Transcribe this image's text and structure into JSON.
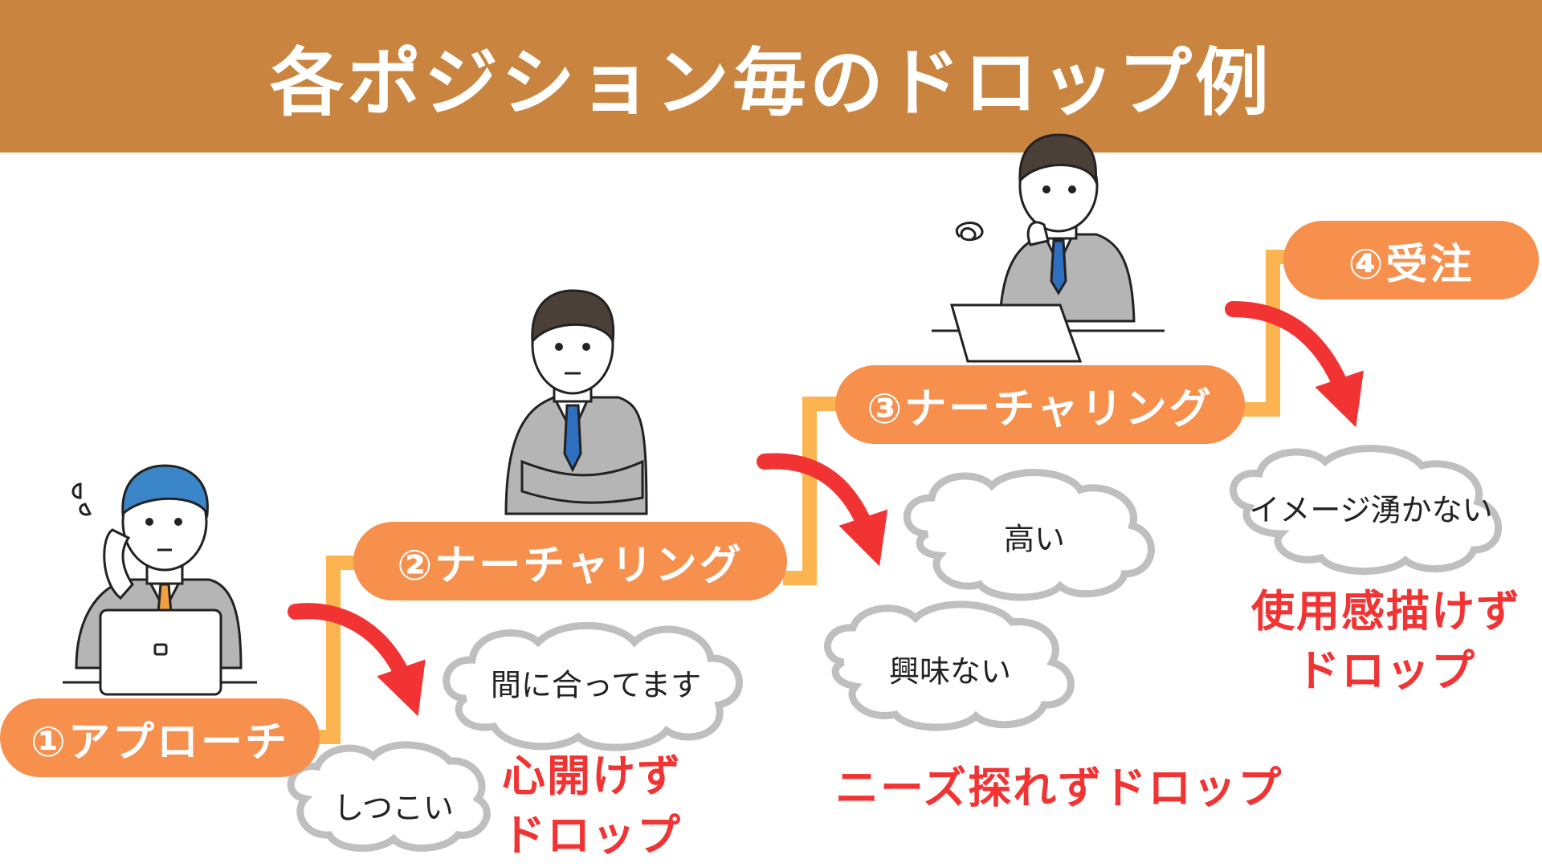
{
  "header": {
    "title": "各ポジション毎のドロップ例"
  },
  "stages": [
    {
      "label": "①アプローチ"
    },
    {
      "label": "②ナーチャリング"
    },
    {
      "label": "③ナーチャリング"
    },
    {
      "label": "④受注"
    }
  ],
  "objections": {
    "stage1": [
      "間に合ってます",
      "しつこい"
    ],
    "stage2": [
      "高い",
      "興味ない"
    ],
    "stage3": [
      "イメージ湧かない"
    ]
  },
  "drop_reasons": {
    "stage1": [
      "心開けず",
      "ドロップ"
    ],
    "stage2": [
      "ニーズ探れずドロップ"
    ],
    "stage3": [
      "使用感描けず",
      "ドロップ"
    ]
  },
  "colors": {
    "banner": "#c98440",
    "pill": "#f78f4d",
    "step_line": "#fbb450",
    "arrow": "#f23333",
    "drop_text": "#f23333",
    "cloud_stroke": "#bfbfbf",
    "suit": "#b5b5b5",
    "hair": "#4a4038",
    "hair_blue": "#3a86c8",
    "tie_blue": "#2f6fc0",
    "tie_orange": "#f0a040"
  },
  "illustrations": [
    "businessman-phone-icon",
    "businessman-arms-crossed-icon",
    "businessman-thinking-icon"
  ]
}
